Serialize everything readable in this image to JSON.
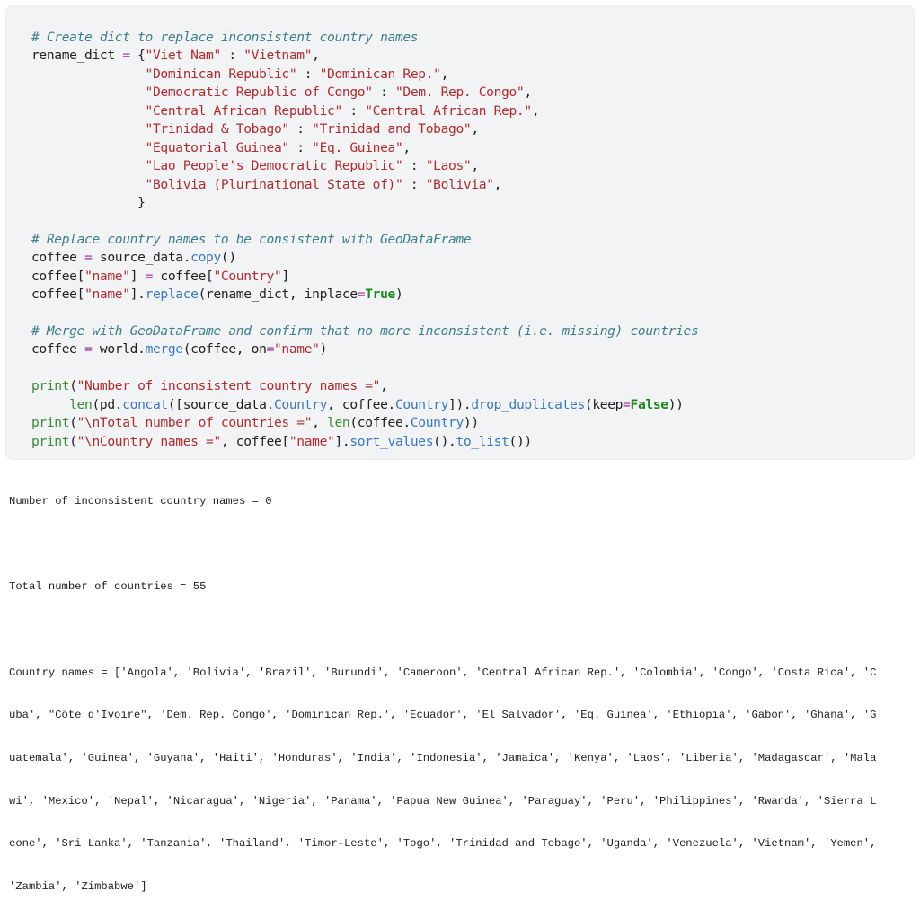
{
  "code_cell": {
    "lines": [
      [
        {
          "t": "cm",
          "v": "# Create dict to replace inconsistent country names"
        }
      ],
      [
        {
          "t": "",
          "v": "rename_dict "
        },
        {
          "t": "op",
          "v": "="
        },
        {
          "t": "",
          "v": " {"
        },
        {
          "t": "st",
          "v": "\"Viet Nam\""
        },
        {
          "t": "",
          "v": " : "
        },
        {
          "t": "st",
          "v": "\"Vietnam\""
        },
        {
          "t": "",
          "v": ","
        }
      ],
      [
        {
          "t": "",
          "v": "               "
        },
        {
          "t": "st",
          "v": "\"Dominican Republic\""
        },
        {
          "t": "",
          "v": " : "
        },
        {
          "t": "st",
          "v": "\"Dominican Rep.\""
        },
        {
          "t": "",
          "v": ","
        }
      ],
      [
        {
          "t": "",
          "v": "               "
        },
        {
          "t": "st",
          "v": "\"Democratic Republic of Congo\""
        },
        {
          "t": "",
          "v": " : "
        },
        {
          "t": "st",
          "v": "\"Dem. Rep. Congo\""
        },
        {
          "t": "",
          "v": ","
        }
      ],
      [
        {
          "t": "",
          "v": "               "
        },
        {
          "t": "st",
          "v": "\"Central African Republic\""
        },
        {
          "t": "",
          "v": " : "
        },
        {
          "t": "st",
          "v": "\"Central African Rep.\""
        },
        {
          "t": "",
          "v": ","
        }
      ],
      [
        {
          "t": "",
          "v": "               "
        },
        {
          "t": "st",
          "v": "\"Trinidad & Tobago\""
        },
        {
          "t": "",
          "v": " : "
        },
        {
          "t": "st",
          "v": "\"Trinidad and Tobago\""
        },
        {
          "t": "",
          "v": ","
        }
      ],
      [
        {
          "t": "",
          "v": "               "
        },
        {
          "t": "st",
          "v": "\"Equatorial Guinea\""
        },
        {
          "t": "",
          "v": " : "
        },
        {
          "t": "st",
          "v": "\"Eq. Guinea\""
        },
        {
          "t": "",
          "v": ","
        }
      ],
      [
        {
          "t": "",
          "v": "               "
        },
        {
          "t": "st",
          "v": "\"Lao People's Democratic Republic\""
        },
        {
          "t": "",
          "v": " : "
        },
        {
          "t": "st",
          "v": "\"Laos\""
        },
        {
          "t": "",
          "v": ","
        }
      ],
      [
        {
          "t": "",
          "v": "               "
        },
        {
          "t": "st",
          "v": "\"Bolivia (Plurinational State of)\""
        },
        {
          "t": "",
          "v": " : "
        },
        {
          "t": "st",
          "v": "\"Bolivia\""
        },
        {
          "t": "",
          "v": ","
        }
      ],
      [
        {
          "t": "",
          "v": "              }"
        }
      ],
      [],
      [
        {
          "t": "cm",
          "v": "# Replace country names to be consistent with GeoDataFrame"
        }
      ],
      [
        {
          "t": "",
          "v": "coffee "
        },
        {
          "t": "op",
          "v": "="
        },
        {
          "t": "",
          "v": " source_data."
        },
        {
          "t": "fn",
          "v": "copy"
        },
        {
          "t": "",
          "v": "()"
        }
      ],
      [
        {
          "t": "",
          "v": "coffee["
        },
        {
          "t": "st",
          "v": "\"name\""
        },
        {
          "t": "",
          "v": "] "
        },
        {
          "t": "op",
          "v": "="
        },
        {
          "t": "",
          "v": " coffee["
        },
        {
          "t": "st",
          "v": "\"Country\""
        },
        {
          "t": "",
          "v": "]"
        }
      ],
      [
        {
          "t": "",
          "v": "coffee["
        },
        {
          "t": "st",
          "v": "\"name\""
        },
        {
          "t": "",
          "v": "]."
        },
        {
          "t": "fn",
          "v": "replace"
        },
        {
          "t": "",
          "v": "(rename_dict, inplace"
        },
        {
          "t": "op",
          "v": "="
        },
        {
          "t": "kw",
          "v": "True"
        },
        {
          "t": "",
          "v": ")"
        }
      ],
      [],
      [
        {
          "t": "cm",
          "v": "# Merge with GeoDataFrame and confirm that no more inconsistent (i.e. missing) countries"
        }
      ],
      [
        {
          "t": "",
          "v": "coffee "
        },
        {
          "t": "op",
          "v": "="
        },
        {
          "t": "",
          "v": " world."
        },
        {
          "t": "fn",
          "v": "merge"
        },
        {
          "t": "",
          "v": "(coffee, on"
        },
        {
          "t": "op",
          "v": "="
        },
        {
          "t": "st",
          "v": "\"name\""
        },
        {
          "t": "",
          "v": ")"
        }
      ],
      [],
      [
        {
          "t": "pr",
          "v": "print"
        },
        {
          "t": "",
          "v": "("
        },
        {
          "t": "st",
          "v": "\"Number of inconsistent country names =\""
        },
        {
          "t": "",
          "v": ","
        }
      ],
      [
        {
          "t": "",
          "v": "     "
        },
        {
          "t": "pr",
          "v": "len"
        },
        {
          "t": "",
          "v": "(pd."
        },
        {
          "t": "fn",
          "v": "concat"
        },
        {
          "t": "",
          "v": "([source_data."
        },
        {
          "t": "fn",
          "v": "Country"
        },
        {
          "t": "",
          "v": ", coffee."
        },
        {
          "t": "fn",
          "v": "Country"
        },
        {
          "t": "",
          "v": "])."
        },
        {
          "t": "fn",
          "v": "drop_duplicates"
        },
        {
          "t": "",
          "v": "(keep"
        },
        {
          "t": "op",
          "v": "="
        },
        {
          "t": "kw",
          "v": "False"
        },
        {
          "t": "",
          "v": "))"
        }
      ],
      [
        {
          "t": "pr",
          "v": "print"
        },
        {
          "t": "",
          "v": "("
        },
        {
          "t": "st",
          "v": "\"\\nTotal number of countries =\""
        },
        {
          "t": "",
          "v": ", "
        },
        {
          "t": "pr",
          "v": "len"
        },
        {
          "t": "",
          "v": "(coffee."
        },
        {
          "t": "fn",
          "v": "Country"
        },
        {
          "t": "",
          "v": "))"
        }
      ],
      [
        {
          "t": "pr",
          "v": "print"
        },
        {
          "t": "",
          "v": "("
        },
        {
          "t": "st",
          "v": "\"\\nCountry names =\""
        },
        {
          "t": "",
          "v": ", coffee["
        },
        {
          "t": "st",
          "v": "\"name\""
        },
        {
          "t": "",
          "v": "]."
        },
        {
          "t": "fn",
          "v": "sort_values"
        },
        {
          "t": "",
          "v": "()."
        },
        {
          "t": "fn",
          "v": "to_list"
        },
        {
          "t": "",
          "v": "())"
        }
      ]
    ]
  },
  "output": {
    "inconsistent_line": "Number of inconsistent country names = 0",
    "total_line": "Total number of countries = 55",
    "country_lines": [
      "Country names = ['Angola', 'Bolivia', 'Brazil', 'Burundi', 'Cameroon', 'Central African Rep.', 'Colombia', 'Congo', 'Costa Rica', 'C",
      "uba', \"Côte d'Ivoire\", 'Dem. Rep. Congo', 'Dominican Rep.', 'Ecuador', 'El Salvador', 'Eq. Guinea', 'Ethiopia', 'Gabon', 'Ghana', 'G",
      "uatemala', 'Guinea', 'Guyana', 'Haiti', 'Honduras', 'India', 'Indonesia', 'Jamaica', 'Kenya', 'Laos', 'Liberia', 'Madagascar', 'Mala",
      "wi', 'Mexico', 'Nepal', 'Nicaragua', 'Nigeria', 'Panama', 'Papua New Guinea', 'Paraguay', 'Peru', 'Philippines', 'Rwanda', 'Sierra L",
      "eone', 'Sri Lanka', 'Tanzania', 'Thailand', 'Timor-Leste', 'Togo', 'Trinidad and Tobago', 'Uganda', 'Venezuela', 'Vietnam', 'Yemen',",
      "'Zambia', 'Zimbabwe']"
    ]
  },
  "colors": {
    "cell_background": "#f1f3f4",
    "comment": "#3d7f8a",
    "string": "#b22b31",
    "operator": "#a626a4",
    "method": "#3b78c1",
    "keyword": "#1a8a1a",
    "builtin": "#3a8a3a",
    "text": "#212121"
  }
}
